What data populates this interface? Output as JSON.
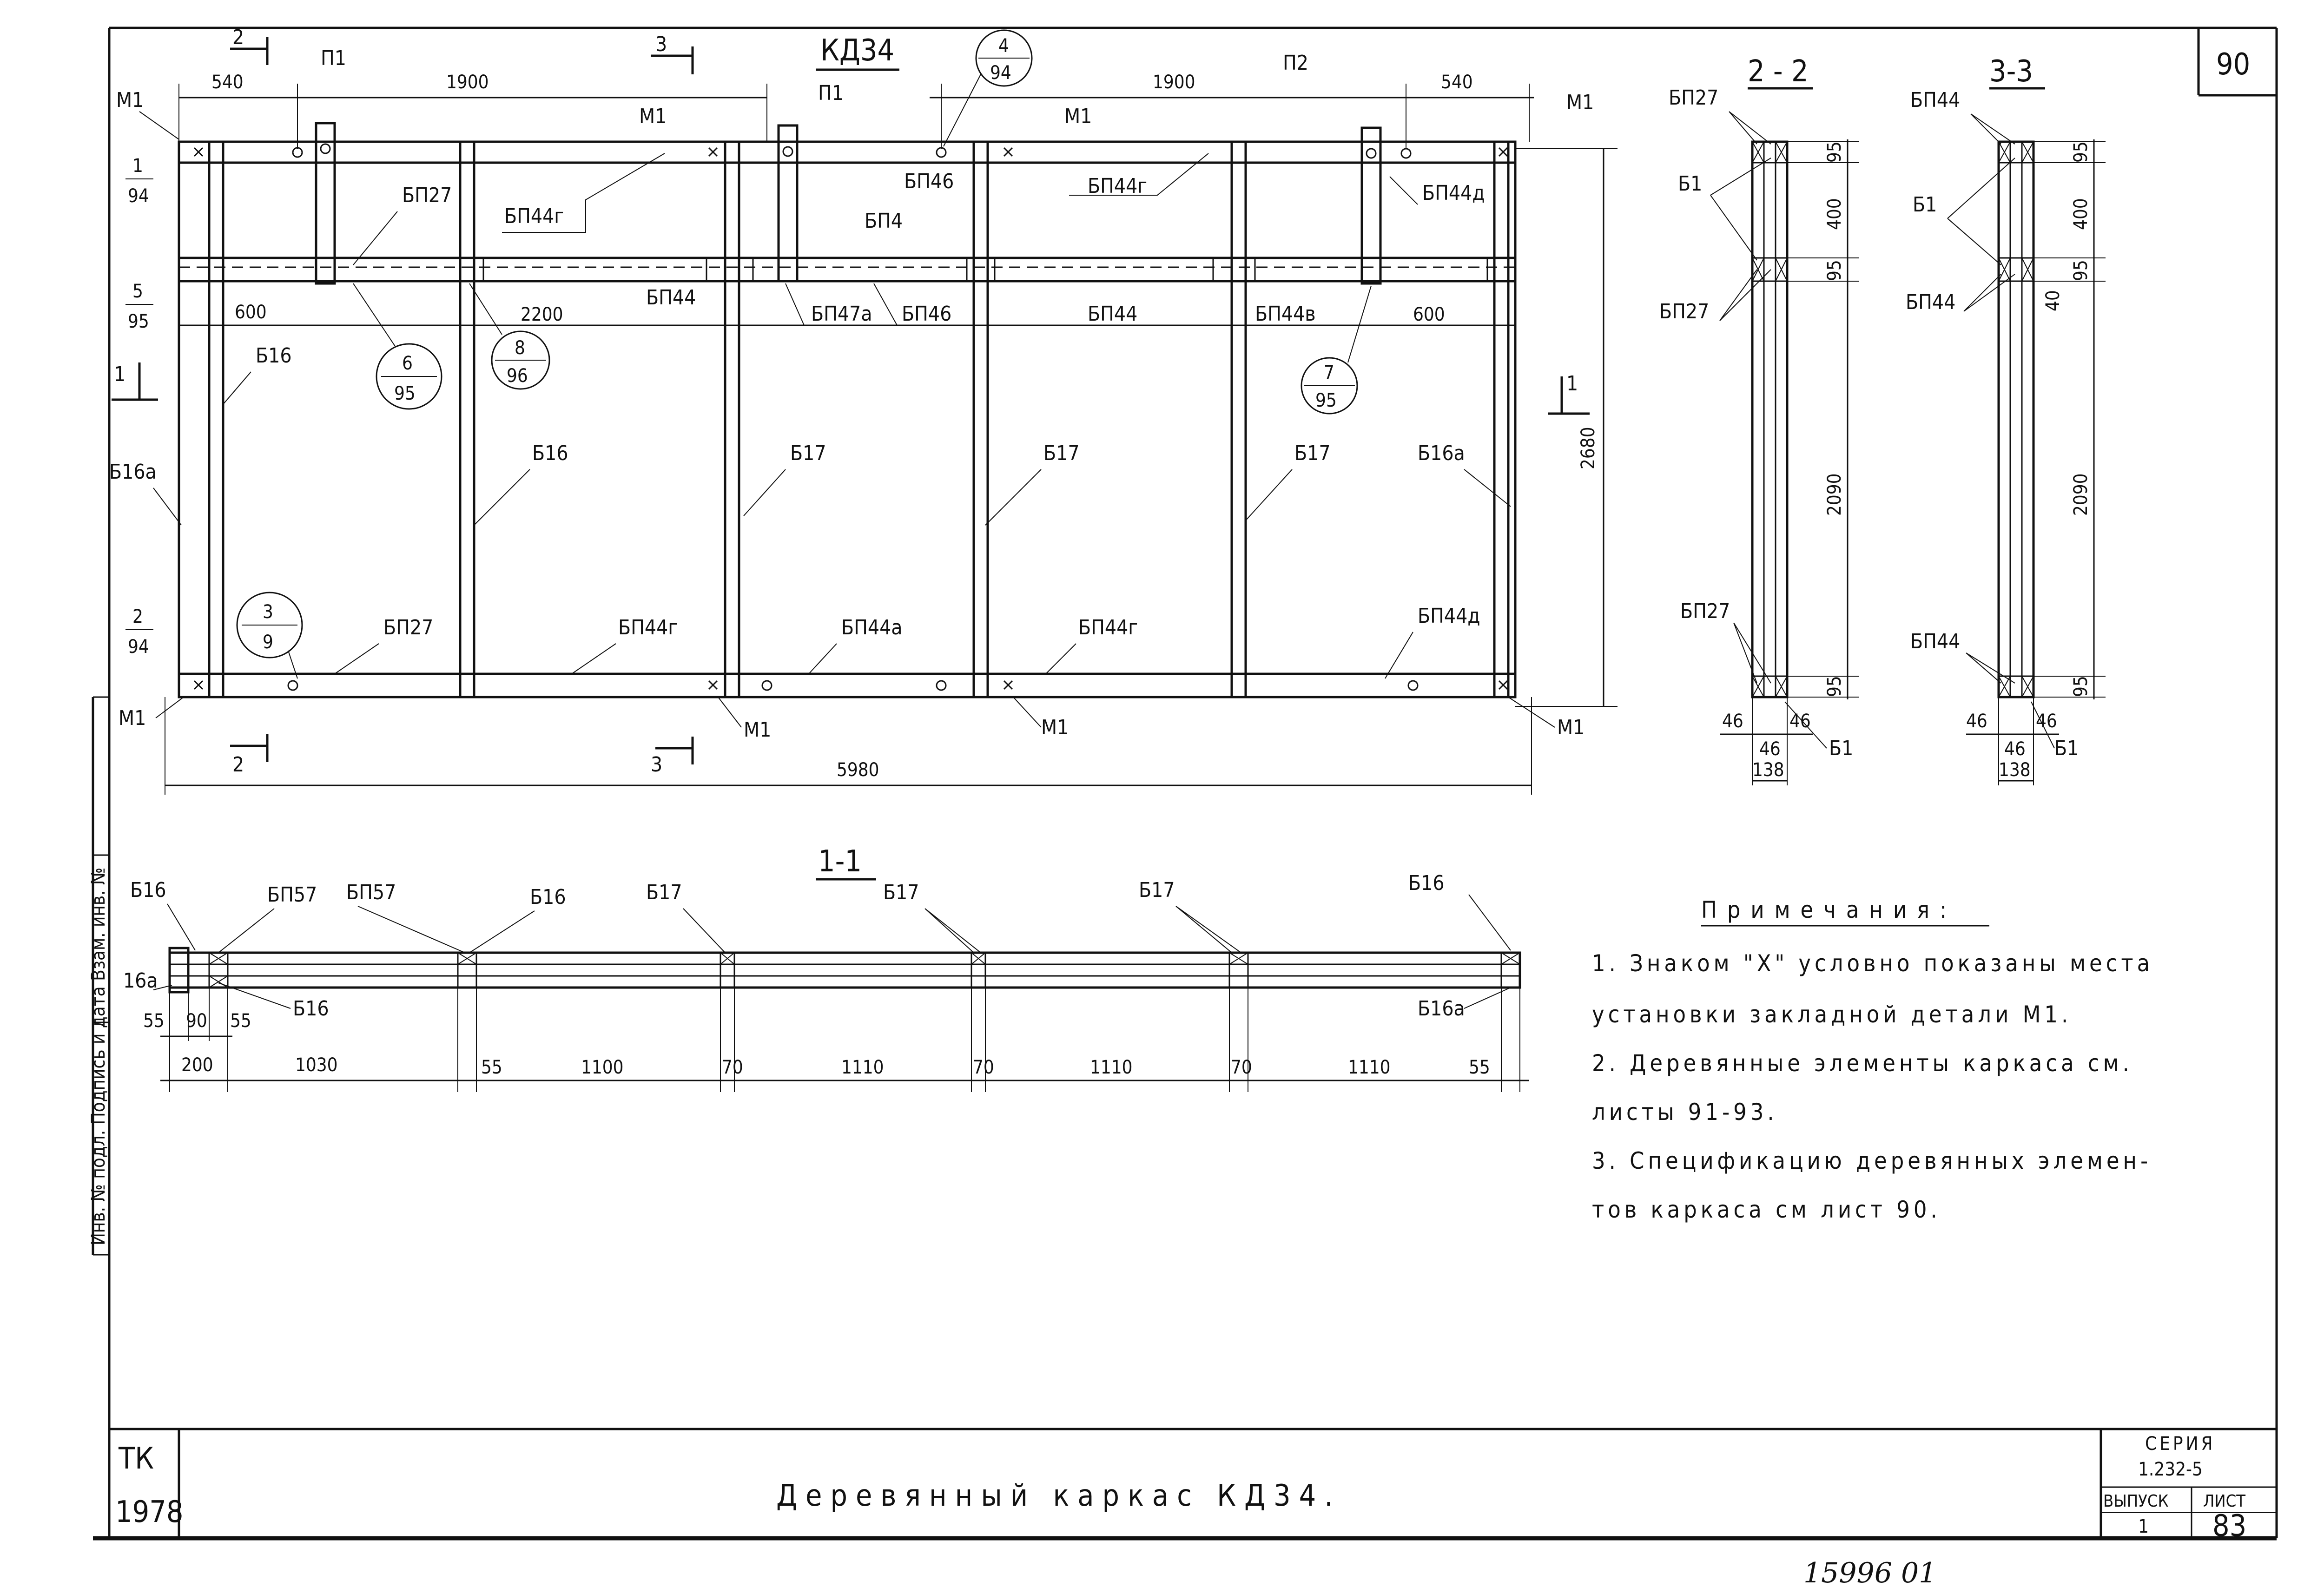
{
  "sheet": {
    "corner_sheet": "90",
    "handwritten_bottom": "15996 01",
    "side_stamp": "Инв. № подл.   Подпись и дата   Взам. инв. №"
  },
  "main_view": {
    "title": "КД34",
    "sections": {
      "s2": "2",
      "s3": "3",
      "s1": "1"
    },
    "dims_top": {
      "d540_left": "540",
      "d1900_left": "1900",
      "d1900_right": "1900",
      "d540_right": "540"
    },
    "dims_inner": {
      "d600_left": "600",
      "d2200": "2200",
      "d600_right": "600"
    },
    "dim_total": "5980",
    "dim_height": "2680",
    "labels": {
      "m1": "М1",
      "p1": "П1",
      "p2": "П2",
      "bp27": "БП27",
      "bp44g": "БП44г",
      "bp44": "БП44",
      "bp4": "БП4",
      "bp46": "БП46",
      "bp47a": "БП47а",
      "bp44v": "БП44в",
      "bp44d": "БП44д",
      "bp44a": "БП44а",
      "b16": "Б16",
      "b16a": "Б16а",
      "b17": "Б17"
    },
    "callouts": {
      "c194": [
        "1",
        "94"
      ],
      "c595": [
        "5",
        "95"
      ],
      "c294": [
        "2",
        "94"
      ],
      "c39": [
        "3",
        "9"
      ],
      "c695": [
        "6",
        "95"
      ],
      "c896": [
        "8",
        "96"
      ],
      "c494": [
        "4",
        "94"
      ],
      "c795": [
        "7",
        "95"
      ]
    }
  },
  "section_2_2": {
    "title": "2 - 2",
    "labels": {
      "bp27": "БП27",
      "b1": "Б1"
    },
    "dims": {
      "d95a": "95",
      "d400": "400",
      "d95b": "95",
      "d2090": "2090",
      "d95c": "95",
      "d46l": "46",
      "d46r": "46",
      "d46m": "46",
      "d138": "138"
    }
  },
  "section_3_3": {
    "title": "3-3",
    "labels": {
      "bp44": "БП44",
      "b1": "Б1"
    },
    "dims": {
      "d95a": "95",
      "d400": "400",
      "d95b": "95",
      "d40": "40",
      "d2090": "2090",
      "d95c": "95",
      "d46l": "46",
      "d46r": "46",
      "d46m": "46",
      "d138": "138"
    }
  },
  "section_1_1": {
    "title": "1-1",
    "labels": {
      "b16": "Б16",
      "b16a": "Б16а",
      "b16a_short": "16а",
      "bp57": "БП57",
      "b17": "Б17"
    },
    "dims": {
      "d55a": "55",
      "d90": "90",
      "d55b": "55",
      "d200": "200",
      "d1030": "1030",
      "d55c": "55",
      "d1100": "1100",
      "d70a": "70",
      "d1110a": "1110",
      "d70b": "70",
      "d1110b": "1110",
      "d70c": "70",
      "d1110c": "1110",
      "d55d": "55"
    }
  },
  "notes": {
    "heading": "Примечания:",
    "n1a": "1. Знаком \"Х\" условно показаны места",
    "n1b": "установки закладной детали М1.",
    "n2a": "2. Деревянные элементы каркаса см.",
    "n2b": "листы 91-93.",
    "n3a": "3. Спецификацию деревянных элемен-",
    "n3b": "тов каркаса см лист 90."
  },
  "title_block": {
    "tk": "ТК",
    "year": "1978",
    "title": "Деревянный каркас КД34.",
    "series_label": "СЕРИЯ",
    "series_value": "1.232-5",
    "issue_label": "ВЫПУСК",
    "issue_value": "1",
    "sheet_label": "ЛИСТ",
    "sheet_value": "83"
  }
}
